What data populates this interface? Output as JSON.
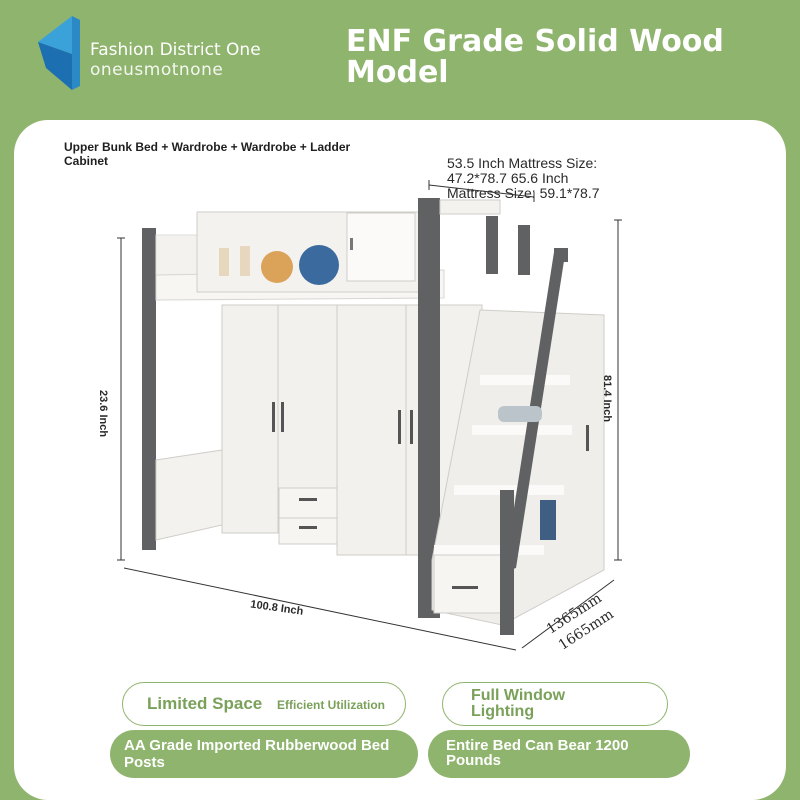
{
  "brand": {
    "name": "Fashion District One",
    "tagline_ghost": "oneusmotnone"
  },
  "title": "ENF Grade Solid Wood Model",
  "product": {
    "config": "Upper Bunk Bed + Wardrobe + Wardrobe + Ladder Cabinet",
    "mattress_line1": "53.5 Inch Mattress Size:",
    "mattress_line2": "47.2*78.7 65.6 Inch",
    "mattress_line3": "Mattress Size: 59.1*78.7",
    "height_right": "81.4 Inch",
    "height_left": "23.6 Inch",
    "width": "100.8 Inch",
    "depth1": "1365mm",
    "depth2": "1665mm"
  },
  "features": {
    "limited_space": "Limited Space",
    "efficient": "Efficient Utilization",
    "full_window": "Full Window Lighting",
    "aa_grade": "AA Grade Imported Rubberwood Bed Posts",
    "bear": "Entire Bed Can Bear 1200 Pounds"
  },
  "colors": {
    "accent": "#8fb46e",
    "frame": "#5f6163",
    "panel": "#f4f2ee"
  }
}
